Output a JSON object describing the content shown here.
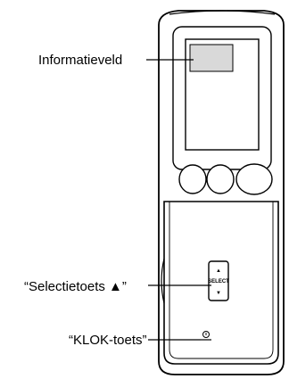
{
  "callouts": {
    "info_field": "Informatieveld",
    "select_key": "“Selectietoets ▲”",
    "clock_key": "“KLOK-toets”"
  },
  "remote": {
    "select_button_text": "SELECT",
    "up_arrow": "▲",
    "down_arrow": "▼",
    "clock_symbol": "⏻"
  }
}
